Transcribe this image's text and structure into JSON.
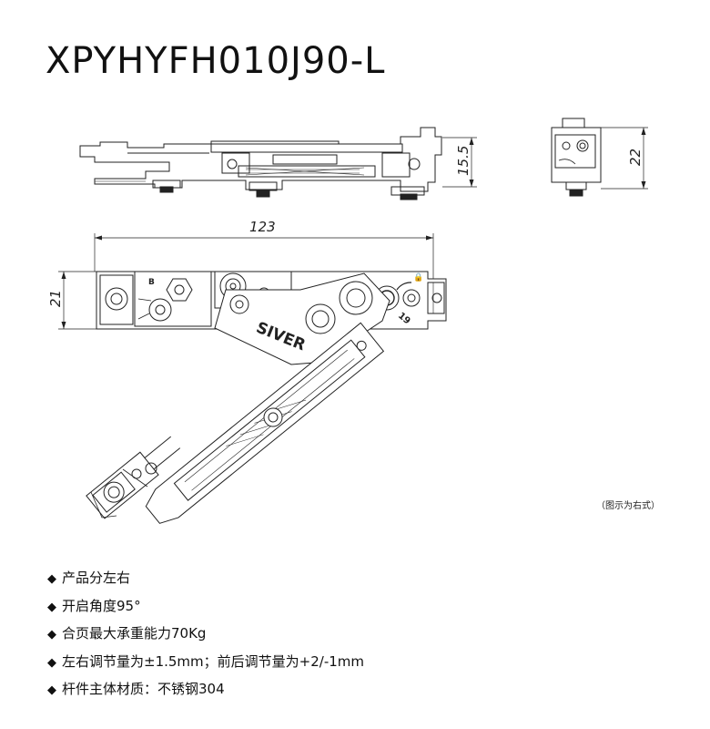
{
  "title": "XPYHYFH010J90-L",
  "dimensions": {
    "height_side": "15.5",
    "depth": "22",
    "length": "123",
    "width": "21"
  },
  "brand": "SIVER",
  "marks": {
    "b": "B",
    "v": "19"
  },
  "caption": "（图示为右式）",
  "bullet_icon": "◆",
  "features": [
    "产品分左右",
    "开启角度95°",
    "合页最大承重能力70Kg",
    "左右调节量为±1.5mm；前后调节量为+2/-1mm",
    "杆件主体材质：不锈钢304"
  ]
}
